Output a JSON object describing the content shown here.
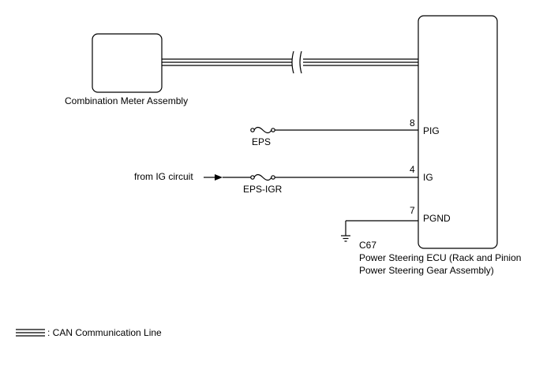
{
  "components": {
    "combination_meter": {
      "label": "Combination Meter Assembly"
    },
    "ecu": {
      "connector": "C67",
      "name_line1": "Power Steering ECU (Rack and Pinion",
      "name_line2": "Power Steering Gear Assembly)"
    }
  },
  "terminals": [
    {
      "pin": "8",
      "label": "PIG"
    },
    {
      "pin": "4",
      "label": "IG"
    },
    {
      "pin": "7",
      "label": "PGND"
    }
  ],
  "fuses": [
    {
      "label": "EPS"
    },
    {
      "label": "EPS-IGR"
    }
  ],
  "sources": {
    "ig_circuit": "from IG circuit"
  },
  "legend": {
    "can_line": ": CAN Communication Line"
  }
}
